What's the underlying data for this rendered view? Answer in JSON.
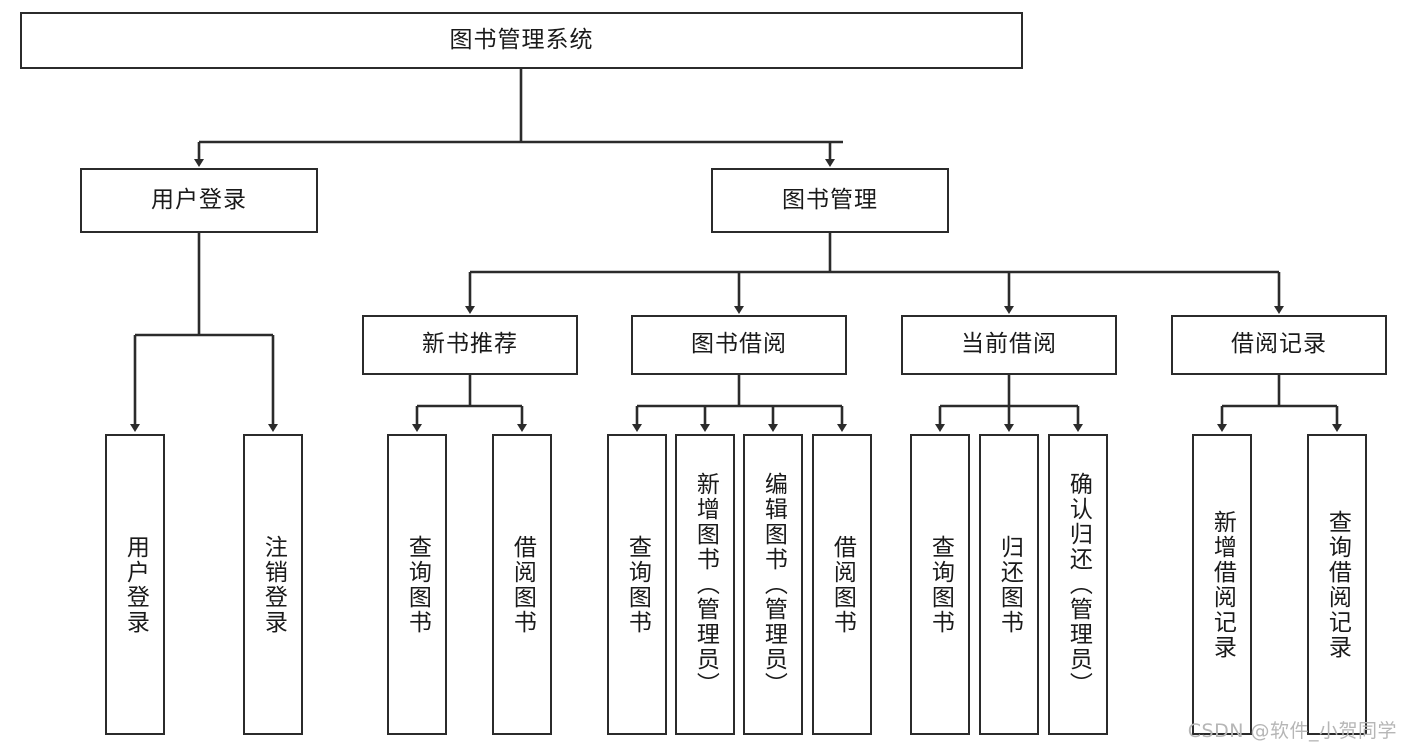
{
  "diagram": {
    "title": "图书管理系统",
    "type": "tree-hierarchy-flowchart",
    "colors": {
      "box_border": "#2b2b2b",
      "box_fill": "#ffffff",
      "connector": "#2b2b2b",
      "background": "#ffffff",
      "watermark": "#b6b6b6"
    },
    "root": {
      "label": "图书管理系统"
    },
    "level2": [
      {
        "label": "用户登录"
      },
      {
        "label": "图书管理"
      }
    ],
    "level3": [
      {
        "label": "新书推荐"
      },
      {
        "label": "图书借阅"
      },
      {
        "label": "当前借阅"
      },
      {
        "label": "借阅记录"
      }
    ],
    "leaves": {
      "user_login": [
        {
          "label": "用户登录"
        },
        {
          "label": "注销登录"
        }
      ],
      "new_book_recommend": [
        {
          "label": "查询图书"
        },
        {
          "label": "借阅图书"
        }
      ],
      "book_borrow": [
        {
          "label": "查询图书"
        },
        {
          "label": "新增图书（管理员）"
        },
        {
          "label": "编辑图书（管理员）"
        },
        {
          "label": "借阅图书"
        }
      ],
      "current_borrow": [
        {
          "label": "查询图书"
        },
        {
          "label": "归还图书"
        },
        {
          "label": "确认归还（管理员）"
        }
      ],
      "borrow_record": [
        {
          "label": "新增借阅记录"
        },
        {
          "label": "查询借阅记录"
        }
      ]
    }
  },
  "watermark": {
    "text": "CSDN @软件_小贺同学"
  }
}
